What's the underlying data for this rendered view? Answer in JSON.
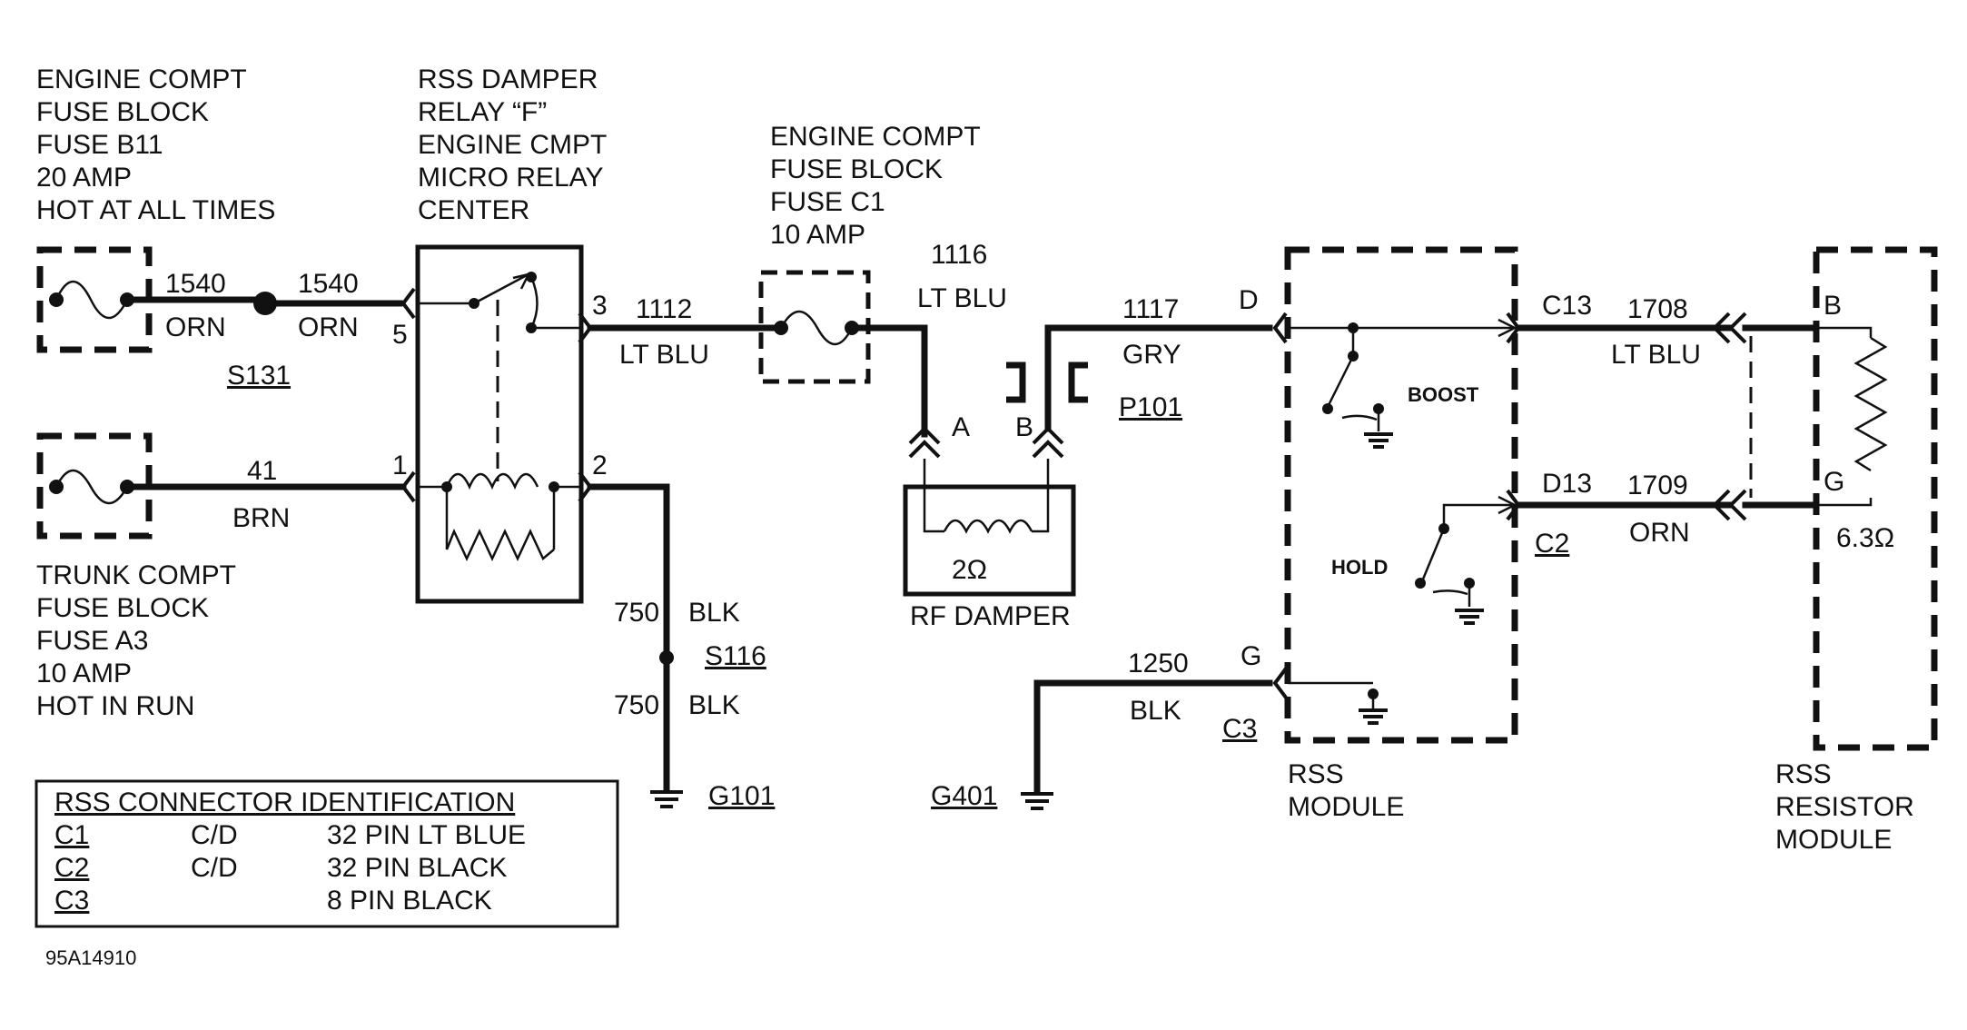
{
  "labels": {
    "engine_fuse_b11": [
      "ENGINE COMPT",
      "FUSE BLOCK",
      "FUSE B11",
      "20 AMP",
      "HOT AT ALL TIMES"
    ],
    "rss_damper_relay": [
      "RSS  DAMPER",
      "RELAY “F”",
      "ENGINE  CMPT",
      "MICRO RELAY",
      "CENTER"
    ],
    "engine_fuse_c1": [
      "ENGINE COMPT",
      "FUSE BLOCK",
      "FUSE C1",
      "10 AMP"
    ],
    "trunk_fuse_a3": [
      "TRUNK COMPT",
      "FUSE BLOCK",
      "FUSE A3",
      "10 AMP",
      "HOT IN RUN"
    ],
    "rss_module": [
      "RSS",
      "MODULE"
    ],
    "rss_resistor_module": [
      "RSS",
      "RESISTOR",
      "MODULE"
    ]
  },
  "wires": {
    "w1540a_num": "1540",
    "w1540a_color": "ORN",
    "w1540b_num": "1540",
    "w1540b_color": "ORN",
    "w1112_num": "1112",
    "w1112_color": "LT BLU",
    "w1116_num": "1116",
    "w1116_color": "LT BLU",
    "w1117_num": "1117",
    "w1117_color": "GRY",
    "w41_num": "41",
    "w41_color": "BRN",
    "w750a_num": "750",
    "w750a_color": "BLK",
    "w750b_num": "750",
    "w750b_color": "BLK",
    "w1250_num": "1250",
    "w1250_color": "BLK",
    "w1708_num": "1708",
    "w1708_color": "LT BLU",
    "w1709_num": "1709",
    "w1709_color": "ORN"
  },
  "splices": {
    "s131": "S131",
    "s116": "S116"
  },
  "grounds": {
    "g101": "G101",
    "g401": "G401"
  },
  "pins": {
    "relay_5": "5",
    "relay_3": "3",
    "relay_1": "1",
    "relay_2": "2",
    "damper_a": "A",
    "damper_b": "B",
    "module_d": "D",
    "module_g": "G",
    "c13": "C13",
    "d13": "D13",
    "resistor_b": "B",
    "resistor_g": "G"
  },
  "connectors": {
    "p101": "P101",
    "c2": "C2",
    "c3": "C3"
  },
  "components": {
    "rf_damper": "RF DAMPER",
    "damper_ohms": "2Ω",
    "resistor_ohms": "6.3Ω",
    "boost": "BOOST",
    "hold": "HOLD"
  },
  "connector_table": {
    "title": "RSS CONNECTOR IDENTIFICATION",
    "rows": [
      {
        "id": "C1",
        "type": "C/D",
        "desc": "32 PIN LT BLUE"
      },
      {
        "id": "C2",
        "type": "C/D",
        "desc": "32 PIN BLACK"
      },
      {
        "id": "C3",
        "type": "",
        "desc": "8 PIN BLACK"
      }
    ]
  },
  "figure_id": "95A14910"
}
